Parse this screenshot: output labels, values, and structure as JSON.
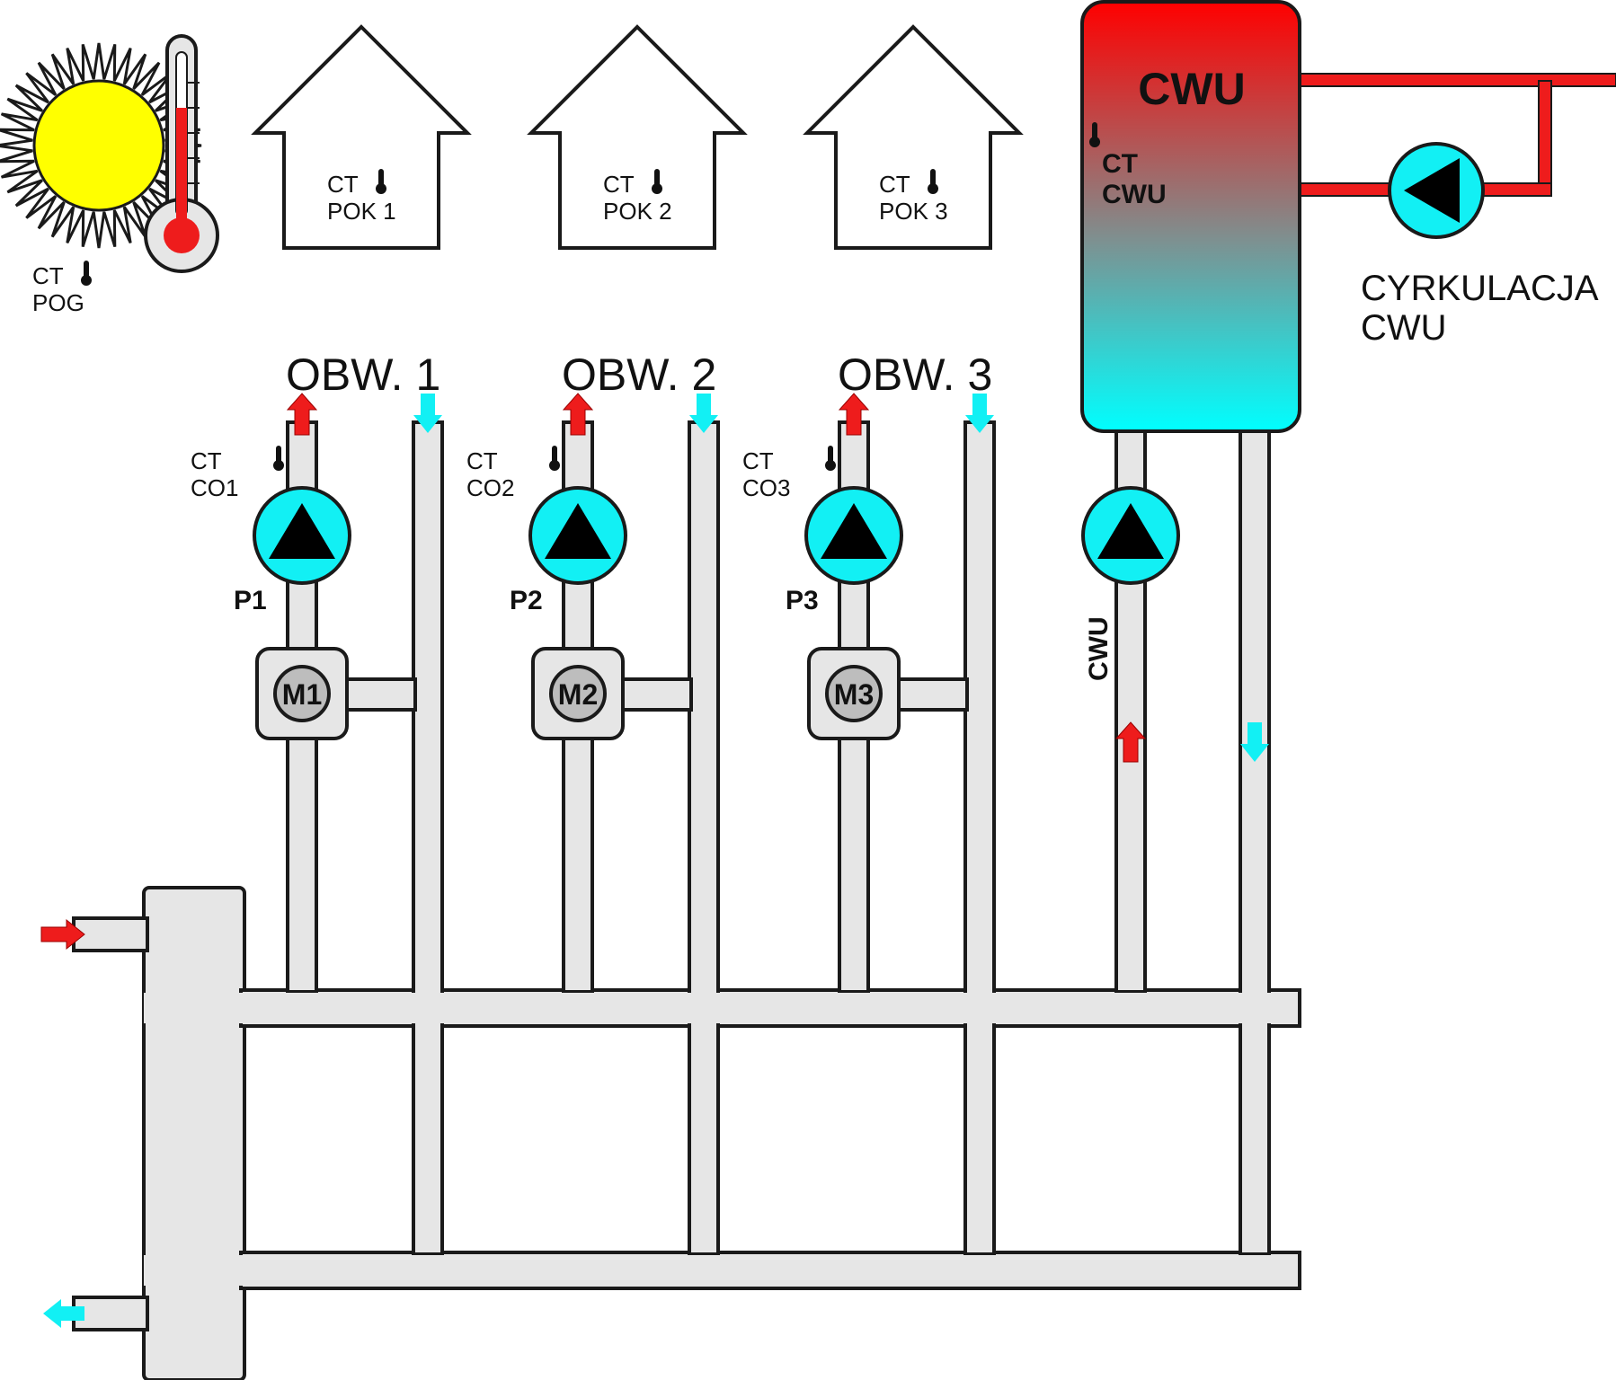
{
  "sensors": {
    "outdoor": {
      "line1": "CT",
      "line2": "POG"
    },
    "room1": {
      "line1": "CT",
      "line2": "POK 1"
    },
    "room2": {
      "line1": "CT",
      "line2": "POK 2"
    },
    "room3": {
      "line1": "CT",
      "line2": "POK 3"
    },
    "co1": {
      "line1": "CT",
      "line2": "CO1"
    },
    "co2": {
      "line1": "CT",
      "line2": "CO2"
    },
    "co3": {
      "line1": "CT",
      "line2": "CO3"
    },
    "tank": {
      "line1": "CT",
      "line2": "CWU"
    }
  },
  "circuits": [
    {
      "title": "OBW. 1",
      "pump": "P1",
      "mixer": "M1"
    },
    {
      "title": "OBW. 2",
      "pump": "P2",
      "mixer": "M2"
    },
    {
      "title": "OBW. 3",
      "pump": "P3",
      "mixer": "M3"
    }
  ],
  "tank": {
    "title": "CWU",
    "pump_label": "CWU"
  },
  "circulation": {
    "line1": "CYRKULACJA",
    "line2": "CWU"
  },
  "colors": {
    "hot": "#ee1c1c",
    "cold": "#12f0f4",
    "pipe": "#e6e6e6",
    "sun": "#ffff00"
  }
}
